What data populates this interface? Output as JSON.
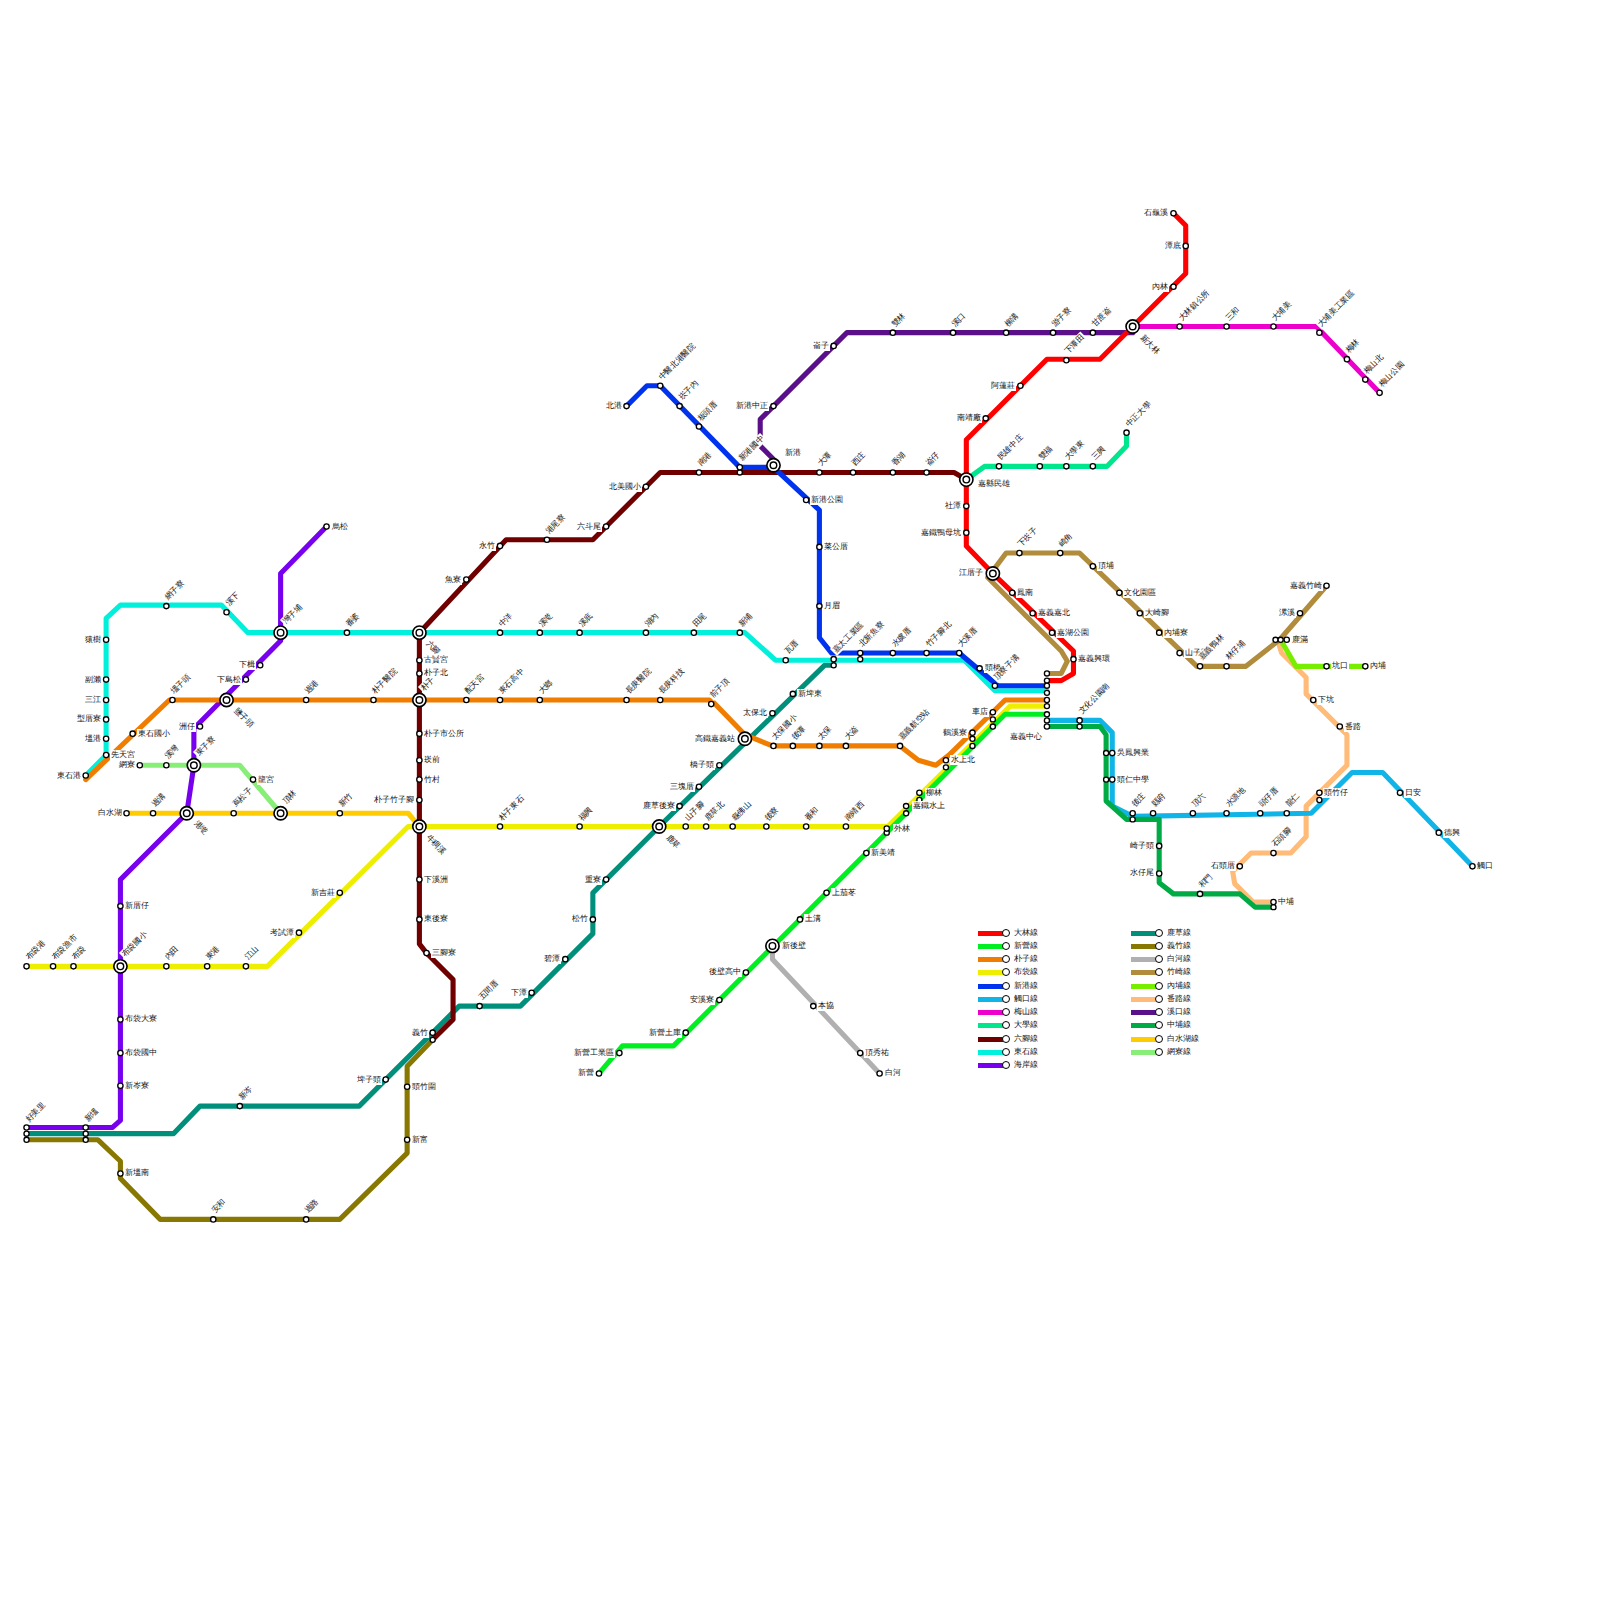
{
  "diagram": {
    "labels": [
      "石龜溪",
      "潭底",
      "內林",
      "新大林",
      "下潭田",
      "阿蓮莊",
      "南靖廠",
      "嘉縣民雄",
      "社潭",
      "嘉鐵鴨母坑",
      "江厝子",
      "鳳南",
      "嘉義嘉北",
      "嘉湖公園",
      "嘉義興環",
      "嘉義中心",
      "烏松",
      "灣子埔",
      "下楫",
      "下島松",
      "鹽子頭",
      "洲仔",
      "東子寮",
      "港墘",
      "新厝仔",
      "布袋國小",
      "布袋大寮",
      "布袋國中",
      "新岑寮",
      "好美里",
      "新塭",
      "新岑",
      "埤子頭",
      "義竹",
      "五間厝",
      "下潭",
      "碧潭",
      "松竹",
      "重寮",
      "鹿草",
      "鹿草後寮",
      "三塊厝",
      "橋子頭",
      "高鐵嘉義站",
      "太保北",
      "新埤東",
      "嘉太工業區",
      "新塭南",
      "安和",
      "過路",
      "新富",
      "頭竹圍",
      "三腳寮",
      "東後寮",
      "下溪洲",
      "牛稠溪",
      "朴子竹子腳",
      "竹村",
      "崁前",
      "朴子市公所",
      "朴子",
      "朴子北",
      "古賢宮",
      "六腳",
      "魚寮",
      "永竹",
      "港尾寮",
      "六斗尾",
      "北美國小",
      "南港",
      "新港國中",
      "新港",
      "大潭",
      "西庄",
      "香湖",
      "崙仔",
      "北港",
      "中醫北港醫院",
      "崁子內",
      "板頭厝",
      "新港公園",
      "菜公厝",
      "月眉",
      "北新魚寮",
      "水虞厝",
      "竹子腳北",
      "大溪厝",
      "頭橋",
      "頂寮子溝",
      "東石港",
      "先天宮",
      "塭港",
      "型厝寮",
      "三江",
      "副瀨",
      "猿樹",
      "網子寮",
      "溪下",
      "番婆",
      "中洋",
      "溪墘",
      "溪底",
      "湖內",
      "田尾",
      "新埔",
      "瓦厝",
      "東石國小",
      "塭子頭",
      "過港",
      "朴子醫院",
      "配天宮",
      "東石高中",
      "大鄉",
      "長庚醫院",
      "長庚科技",
      "前子頂",
      "太保國小",
      "後潭",
      "太保",
      "大崙",
      "嘉義航空站",
      "水上北",
      "鶴溪寮",
      "車店",
      "布袋港",
      "布袋漁市",
      "布袋",
      "內田",
      "東港",
      "江山",
      "考試潭",
      "新吉莊",
      "朴子東石",
      "福興",
      "山子腳",
      "鹿草北",
      "龜佛山",
      "後寮",
      "番和",
      "南靖西",
      "外林",
      "嘉鐵水上",
      "柳林",
      "新營",
      "新營工業區",
      "新營土庫",
      "安溪寮",
      "後壁高中",
      "新後壁",
      "土溝",
      "上茄苳",
      "新美靖",
      "本協",
      "頂秀祐",
      "白河",
      "白水湖",
      "過溝",
      "蔦松子",
      "頂林",
      "新竹",
      "網寮",
      "溪灣",
      "龍宮",
      "新港中正",
      "崙子",
      "雙林",
      "溪口",
      "柳溝",
      "游子寮",
      "甘蔗崙",
      "大林鎮公所",
      "三和",
      "大埔美",
      "大埔美工業區",
      "梅林",
      "梅山北",
      "梅山公園",
      "民雄中庄",
      "雙福",
      "大學東",
      "三興",
      "中正大學",
      "下崁子",
      "崎角",
      "頂埔",
      "文化園區",
      "大崎腳",
      "內埔寮",
      "山子門",
      "嘉義鴨林",
      "林仔埔",
      "鹿滿",
      "漯溪",
      "嘉義竹崎",
      "坑口",
      "內埔",
      "下坑",
      "番路",
      "頭竹仔",
      "石頭厝",
      "石頭腳",
      "中埔",
      "文化公園南",
      "吳鳳興業",
      "頭仁中學",
      "後庄",
      "縣府",
      "頂六",
      "水源地",
      "頭仔厝",
      "龍仁",
      "日安",
      "德興",
      "觸口",
      "崎子頭",
      "水仔尾",
      "和門"
    ],
    "legend": [
      {
        "text": "大林線",
        "color": "#ff0000"
      },
      {
        "text": "新營線",
        "color": "#00ee22"
      },
      {
        "text": "朴子線",
        "color": "#f07d00"
      },
      {
        "text": "布袋線",
        "color": "#eeee00"
      },
      {
        "text": "新港線",
        "color": "#0033ee"
      },
      {
        "text": "觸口線",
        "color": "#11b4e6"
      },
      {
        "text": "梅山線",
        "color": "#ee00cc"
      },
      {
        "text": "大學線",
        "color": "#00e68c"
      },
      {
        "text": "六腳線",
        "color": "#700000"
      },
      {
        "text": "東石線",
        "color": "#00f0dc"
      },
      {
        "text": "海岸線",
        "color": "#7700ee"
      },
      {
        "text": "鹿草線",
        "color": "#008f7a"
      },
      {
        "text": "義竹線",
        "color": "#887700"
      },
      {
        "text": "白河線",
        "color": "#b0b0b0"
      },
      {
        "text": "竹崎線",
        "color": "#b08c3c"
      },
      {
        "text": "內埔線",
        "color": "#77ee00"
      },
      {
        "text": "番路線",
        "color": "#ffbb77"
      },
      {
        "text": "溪口線",
        "color": "#5a1088"
      },
      {
        "text": "中埔線",
        "color": "#00aa44"
      },
      {
        "text": "白水湖線",
        "color": "#ffcc00"
      },
      {
        "text": "網寮線",
        "color": "#88ee77"
      }
    ]
  }
}
